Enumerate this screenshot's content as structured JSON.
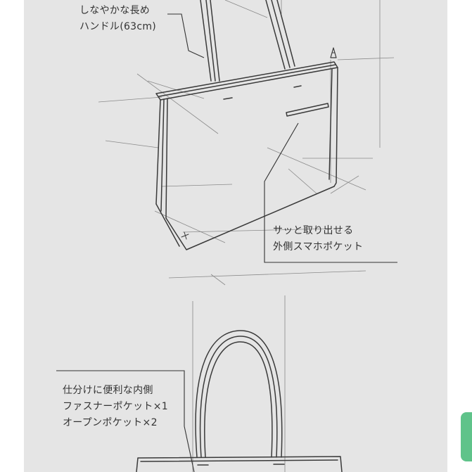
{
  "captions": {
    "handle": [
      "しなやかな長め",
      "ハンドル(63cm)"
    ],
    "pocket_outer": [
      "サッと取り出せる",
      "外側スマホポケット"
    ],
    "pocket_inner": [
      "仕分けに便利な内側",
      "ファスナーポケット×1",
      "オープンポケット×2"
    ]
  },
  "colors": {
    "background": "#e5e5e5",
    "line": "#3a3a3a",
    "guide": "#8a8a8a",
    "scrollbar": "#5fc38a"
  }
}
